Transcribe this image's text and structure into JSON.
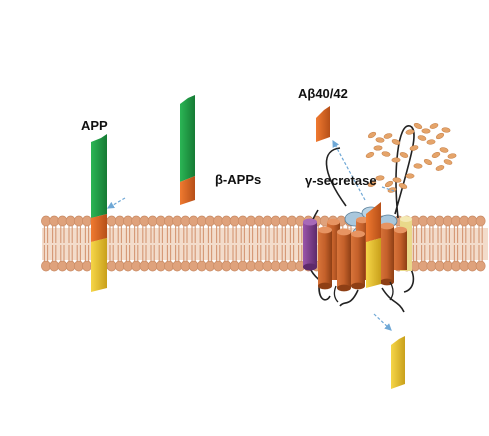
{
  "labels": {
    "app": "APP",
    "beta_apps": "β-APPs",
    "abeta": "Aβ40/42",
    "gamma_secretase": "γ-secretase"
  },
  "colors": {
    "membrane_head": "#dfa27c",
    "membrane_outline": "#c98a63",
    "app_green": "#1f9b45",
    "app_orange": "#e06a26",
    "app_yellow": "#f1c932",
    "secretase_brown": "#c8622a",
    "secretase_purple": "#7c3c8c",
    "secretase_blue": "#a9c7dc",
    "arrow_blue": "#6fa8d6",
    "peptide_orange": "#e5a46a"
  },
  "icons": [
    "app-protein-icon",
    "beta-apps-fragment-icon",
    "abeta-fragment-icon",
    "gamma-secretase-complex-icon",
    "aicd-fragment-icon",
    "peptide-cluster-icon",
    "membrane-bilayer-icon"
  ]
}
